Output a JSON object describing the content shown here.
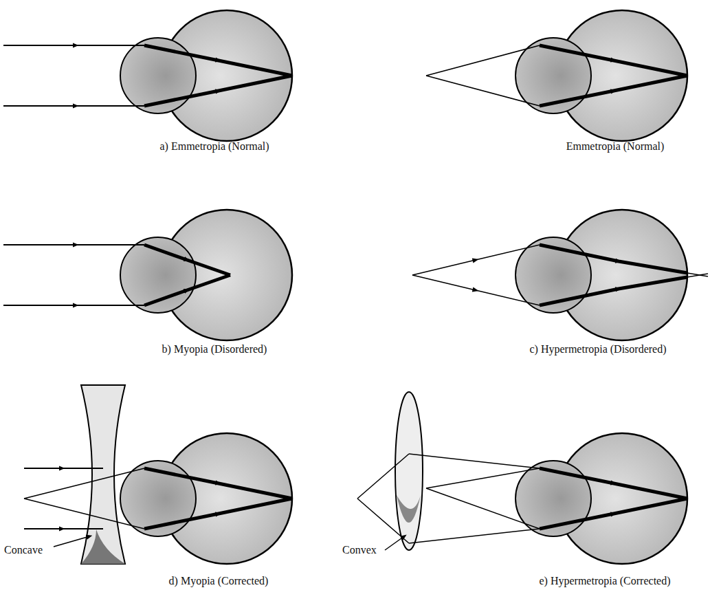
{
  "diagram": {
    "labels": [
      "a) Emmetropia (Normal)",
      "Emmetropia (Normal)",
      "b) Myopia (Disordered)",
      "c) Hypermetropia (Disordered)",
      "Concave",
      "d) Myopia (Corrected)",
      "Convex",
      "e) Hypermetropia (Corrected)"
    ]
  }
}
